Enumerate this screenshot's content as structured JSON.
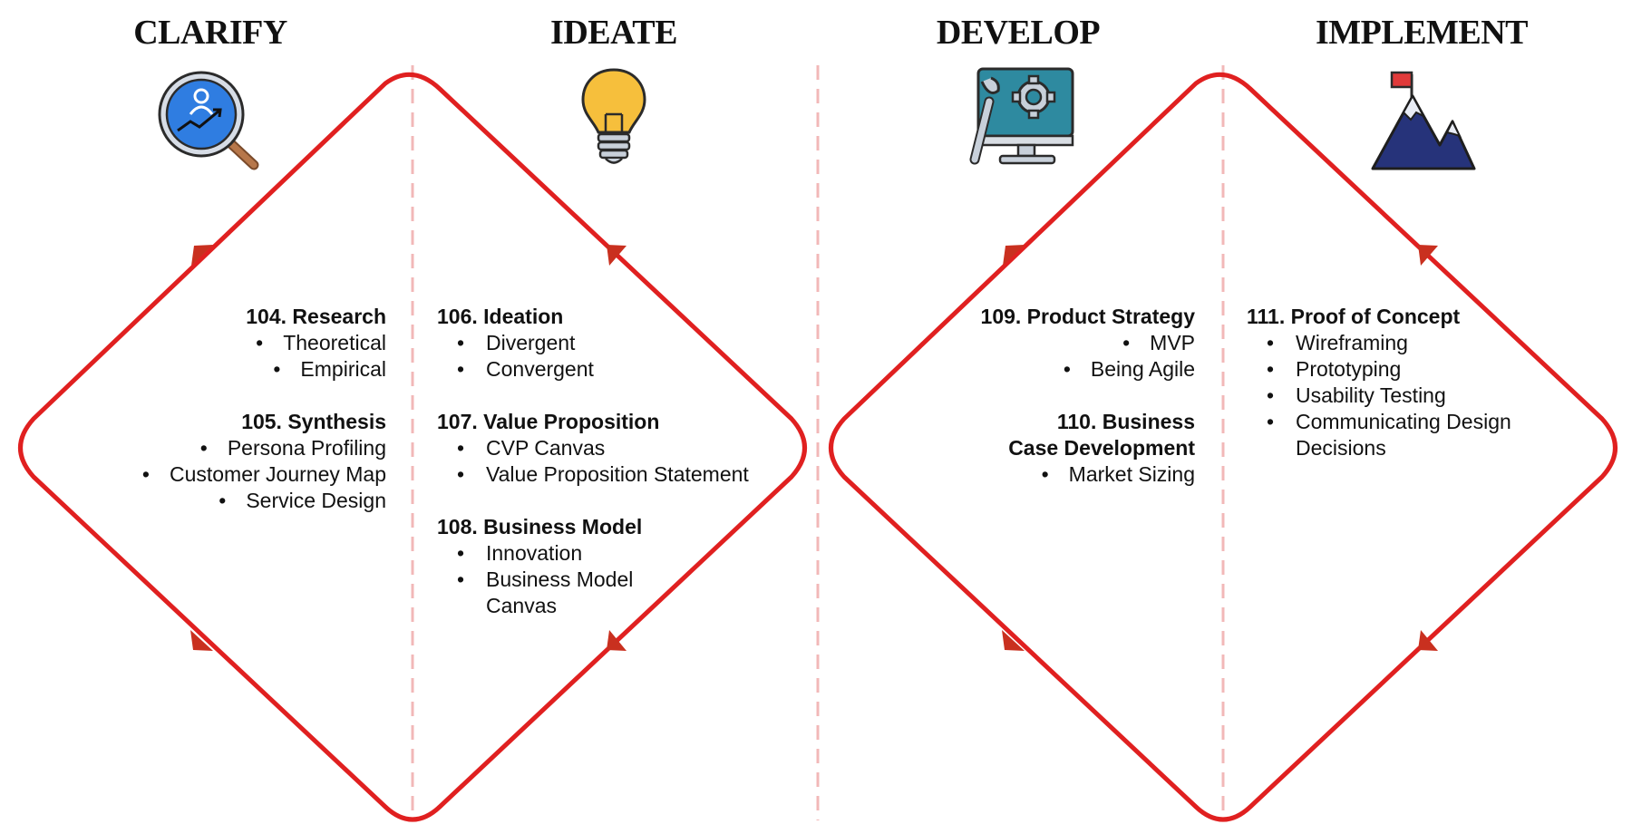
{
  "colors": {
    "loop": "#e02020",
    "arrow": "#c9301f",
    "divider": "#f2b8b8",
    "clarify_icon": "#2f7de1",
    "ideate_icon": "#f6bf3c",
    "develop_icon": "#2e8aa0",
    "implement_icon": "#26337a",
    "flag": "#e03a3a"
  },
  "phases": [
    {
      "title": "CLARIFY",
      "icon": "magnifier-user-icon"
    },
    {
      "title": "IDEATE",
      "icon": "lightbulb-icon"
    },
    {
      "title": "DEVELOP",
      "icon": "monitor-wrench-gear-icon"
    },
    {
      "title": "IMPLEMENT",
      "icon": "mountain-flag-icon"
    }
  ],
  "clarify": [
    {
      "title": "104. Research",
      "items": [
        "Theoretical",
        "Empirical"
      ]
    },
    {
      "title": "105. Synthesis",
      "items": [
        "Persona Profiling",
        "Customer Journey Map",
        "Service Design"
      ]
    }
  ],
  "ideate": [
    {
      "title": "106. Ideation",
      "items": [
        "Divergent",
        "Convergent"
      ]
    },
    {
      "title": "107. Value Proposition",
      "items": [
        "CVP Canvas",
        "Value Proposition Statement"
      ]
    },
    {
      "title": "108. Business Model",
      "items": [
        "Innovation",
        "Business Model Canvas"
      ]
    }
  ],
  "develop": [
    {
      "title": "109. Product Strategy",
      "items": [
        "MVP",
        "Being Agile"
      ]
    },
    {
      "title": "110. Business Case Development",
      "items": [
        "Market Sizing"
      ]
    }
  ],
  "implement": [
    {
      "title": "111. Proof of Concept",
      "items": [
        "Wireframing",
        "Prototyping",
        "Usability Testing",
        "Communicating Design Decisions"
      ]
    }
  ]
}
